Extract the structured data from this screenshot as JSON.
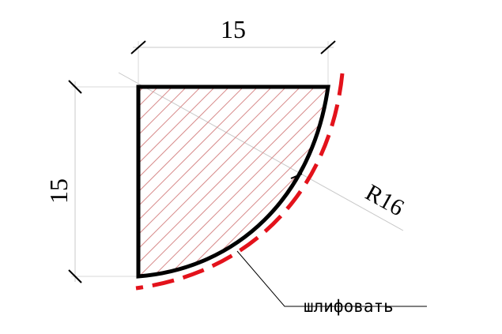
{
  "dimensions": {
    "width_label": "15",
    "height_label": "15",
    "radius_label": "R16"
  },
  "note": {
    "text": "шлифовать"
  },
  "colors": {
    "outline": "#000000",
    "hatch": "#d88c8c",
    "finish_line": "#e3121b",
    "thin_line": "#000000",
    "construction": "#c8c8c8"
  }
}
